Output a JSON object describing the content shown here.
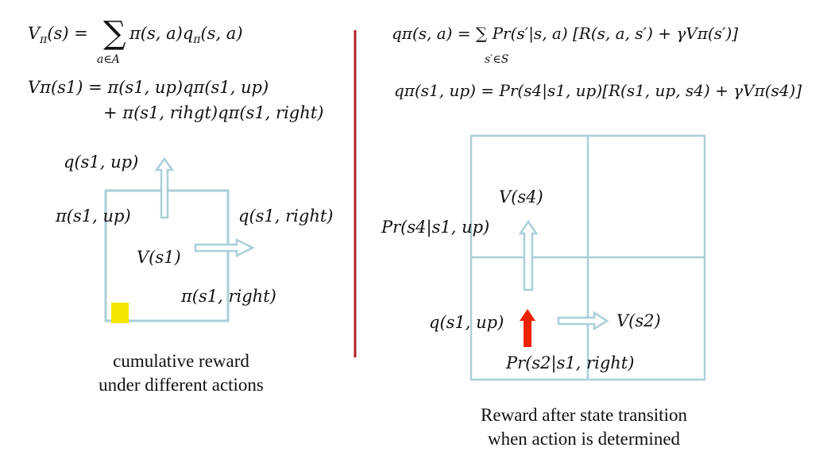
{
  "left": {
    "eq_v_lhs_prefix": "V",
    "eq_v_sub": "π",
    "eq_v_rhs": "(s) =",
    "sum_sub": "a∈A",
    "eq_v_term": "π(s, a)q",
    "eq_v_term_sub": "π",
    "eq_v_term_tail": "(s, a)",
    "line2": "Vπ(s1) = π(s1, up)qπ(s1, up)",
    "line3": "+ π(s1, rihgt)qπ(s1, right)",
    "label_q_up": "q(s1, up)",
    "label_pi_up": "π(s1, up)",
    "label_q_right": "q(s1, right)",
    "label_v_s1": "V(s1)",
    "label_pi_right": "π(s1, right)",
    "caption_line1": "cumulative  reward",
    "caption_line2": "under different actions"
  },
  "right": {
    "eq_q_def": "qπ(s, a) = ∑ Pr(s′|s, a) [R(s, a, s′) + γVπ(s′)]",
    "sum_sub": "s′∈S",
    "eq_q_example": "qπ(s1, up) = Pr(s4|s1, up)[R(s1, up, s4) + γVπ(s4)]",
    "label_v_s4": "V(s4)",
    "label_pr_s4": "Pr(s4|s1, up)",
    "label_q_up": "q(s1, up)",
    "label_v_s2": "V(s2)",
    "label_pr_s2": "Pr(s2|s1, right)",
    "caption_line1": "Reward after state transition",
    "caption_line2": "when action is determined"
  },
  "colors": {
    "grid": "#a9cfd8",
    "divider": "#b22222",
    "agent": "#f3e600",
    "action_arrow": "#ee2200"
  }
}
